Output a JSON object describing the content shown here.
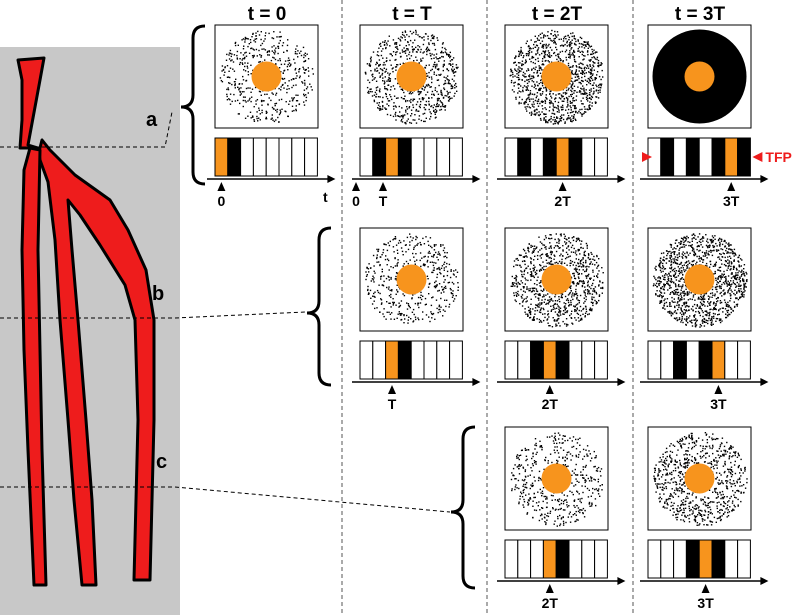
{
  "time_headers": [
    "t = 0",
    "t = T",
    "t = 2T",
    "t = 3T"
  ],
  "region_labels": [
    "a",
    "b",
    "c"
  ],
  "axis_variable": "t",
  "tfp_label": "TFP",
  "colors": {
    "vessel": "#ee1c1c",
    "vessel_outline": "#000000",
    "core": "#f7941d",
    "background_panel": "#c8c8c8",
    "bolus": "#000000",
    "marker": "#ee1c1c"
  },
  "rows": [
    {
      "region": "a",
      "cells": [
        {
          "time_index": 0,
          "density": 0.3,
          "slots_filled": [
            0,
            1,
            0,
            0,
            0,
            0,
            0,
            0
          ],
          "core_slot": 0,
          "ticks": [
            "0"
          ]
        },
        {
          "time_index": 1,
          "density": 0.45,
          "slots_filled": [
            0,
            1,
            1,
            1,
            0,
            0,
            0,
            0
          ],
          "core_slot": 2,
          "ticks": [
            "0",
            "T"
          ]
        },
        {
          "time_index": 2,
          "density": 0.65,
          "slots_filled": [
            0,
            1,
            0,
            1,
            1,
            1,
            0,
            0
          ],
          "core_slot": 4,
          "ticks": [
            "2T"
          ]
        },
        {
          "time_index": 3,
          "density": 1.0,
          "slots_filled": [
            0,
            1,
            0,
            1,
            0,
            1,
            1,
            1
          ],
          "core_slot": 6,
          "ticks": [
            "3T"
          ],
          "tfp": true
        }
      ]
    },
    {
      "region": "b",
      "cells": [
        {
          "time_index": 1,
          "density": 0.3,
          "slots_filled": [
            0,
            0,
            1,
            1,
            0,
            0,
            0,
            0
          ],
          "core_slot": 2,
          "ticks": [
            "T"
          ]
        },
        {
          "time_index": 2,
          "density": 0.55,
          "slots_filled": [
            0,
            0,
            1,
            1,
            1,
            0,
            0,
            0
          ],
          "core_slot": 3,
          "ticks": [
            "2T"
          ]
        },
        {
          "time_index": 3,
          "density": 0.75,
          "slots_filled": [
            0,
            0,
            1,
            0,
            1,
            1,
            0,
            0
          ],
          "core_slot": 5,
          "ticks": [
            "3T"
          ]
        }
      ]
    },
    {
      "region": "c",
      "cells": [
        {
          "time_index": 2,
          "density": 0.3,
          "slots_filled": [
            0,
            0,
            0,
            1,
            1,
            0,
            0,
            0
          ],
          "core_slot": 3,
          "ticks": [
            "2T"
          ]
        },
        {
          "time_index": 3,
          "density": 0.5,
          "slots_filled": [
            0,
            0,
            0,
            1,
            0,
            1,
            0,
            0
          ],
          "core_slot": 4,
          "ticks": [
            "3T"
          ]
        }
      ]
    }
  ]
}
